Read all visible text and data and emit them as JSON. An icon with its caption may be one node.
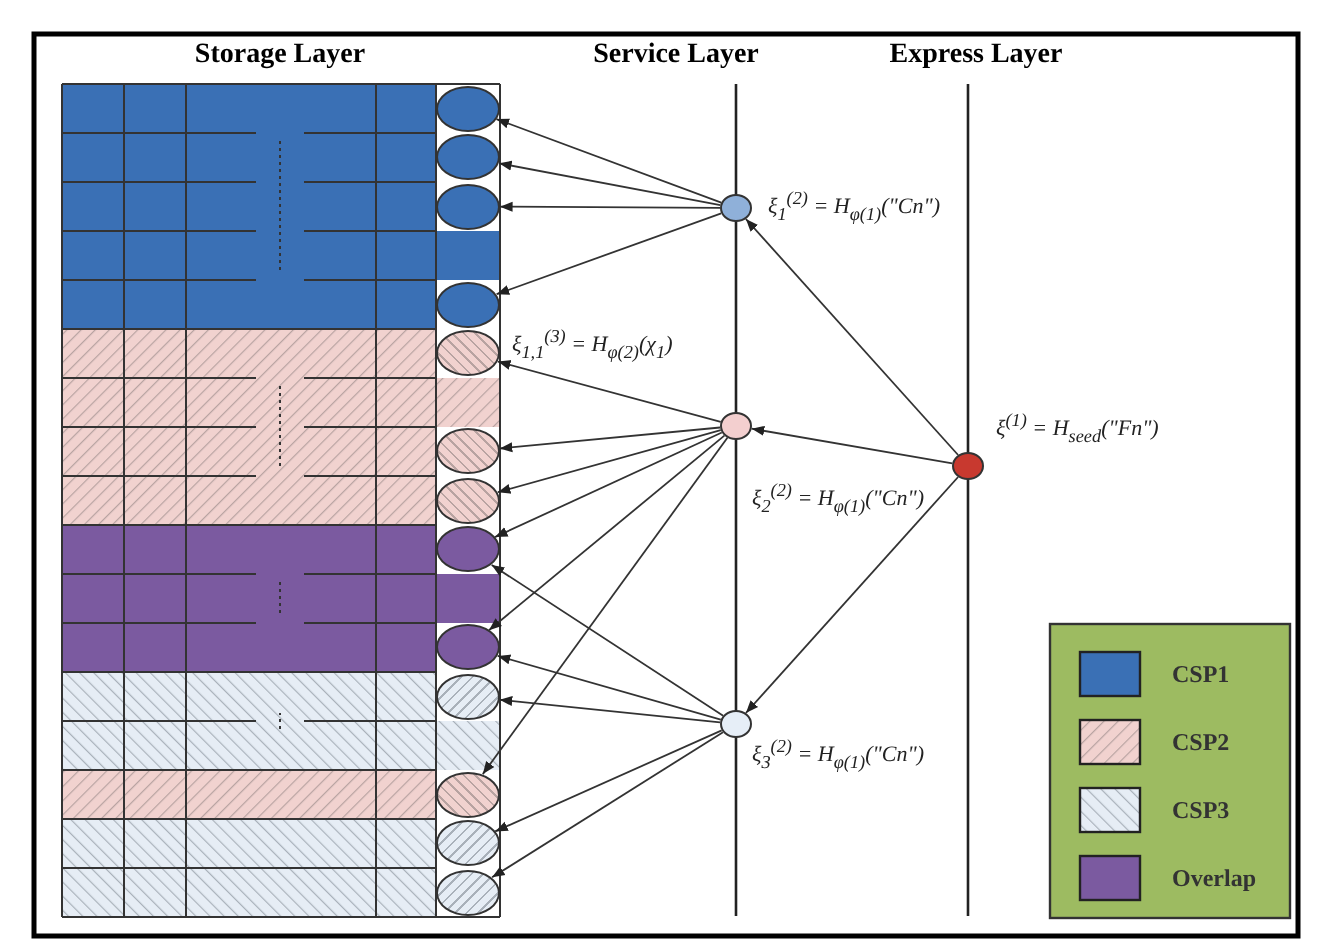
{
  "diagram": {
    "nodes": [
      {
        "text": [],
        "shape": "circle"
      },
      {
        "text": [],
        "shape": "circle"
      },
      {
        "text": [],
        "shape": "circle"
      },
      {
        "text": [],
        "shape": "circle"
      },
      {
        "text": [],
        "shape": "circle"
      },
      {
        "text": [],
        "shape": "circle"
      },
      {
        "text": [],
        "shape": "circle"
      },
      {
        "text": [],
        "shape": "circle"
      },
      {
        "text": [],
        "shape": "circle"
      },
      {
        "text": [],
        "shape": "circle"
      },
      {
        "text": [],
        "shape": "circle"
      },
      {
        "text": [],
        "shape": "circle"
      },
      {
        "text": [],
        "shape": "circle"
      },
      {
        "text": [],
        "shape": "circle",
        "beside": [
          "ξ$_{1}$$^{(2)}$ = H$_{φ(1)}$(\"Cn\")"
        ]
      },
      {
        "text": [],
        "shape": "circle",
        "beside": [
          "ξ$_{2}$$^{(2)}$ = H$_{φ(1)}$(\"Cn\")"
        ]
      },
      {
        "text": [],
        "shape": "circle",
        "beside": [
          "ξ$_{3}$$^{(2)}$ = H$_{φ(1)}$(\"Cn\")"
        ]
      },
      {
        "text": [],
        "shape": "circle",
        "beside": [
          "ξ$^{(1)}$ = H$_{seed}$(\"Fn\")"
        ]
      }
    ],
    "edges": [
      {
        "from": 13,
        "to": 0,
        "arrow": "to"
      },
      {
        "from": 13,
        "to": 1,
        "arrow": "to"
      },
      {
        "from": 13,
        "to": 2,
        "arrow": "to"
      },
      {
        "from": 13,
        "to": 3,
        "arrow": "to"
      },
      {
        "from": 14,
        "to": 4,
        "arrow": "to"
      },
      {
        "from": 14,
        "to": 5,
        "arrow": "to"
      },
      {
        "from": 14,
        "to": 6,
        "arrow": "to"
      },
      {
        "from": 14,
        "to": 7,
        "arrow": "to"
      },
      {
        "from": 14,
        "to": 8,
        "arrow": "to"
      },
      {
        "from": 14,
        "to": 10,
        "arrow": "to"
      },
      {
        "from": 15,
        "to": 7,
        "arrow": "to"
      },
      {
        "from": 15,
        "to": 8,
        "arrow": "to"
      },
      {
        "from": 15,
        "to": 9,
        "arrow": "to"
      },
      {
        "from": 15,
        "to": 11,
        "arrow": "to"
      },
      {
        "from": 15,
        "to": 12,
        "arrow": "to"
      },
      {
        "from": 16,
        "to": 13,
        "arrow": "to"
      },
      {
        "from": 16,
        "to": 14,
        "arrow": "to"
      },
      {
        "from": 16,
        "to": 15,
        "arrow": "to"
      }
    ],
    "labels": [
      "Storage Layer",
      "Service Layer",
      "Express Layer",
      "ξ$_{1,1}$$^{(3)}$ = H$_{φ(2)}$(χ$_{1}$)"
    ],
    "legend": [
      {
        "text": "CSP1",
        "color": "#3a70b5"
      },
      {
        "text": "CSP2",
        "color": "#f1d2cf"
      },
      {
        "text": "CSP3",
        "color": "#e6edf5"
      },
      {
        "text": "Overlap",
        "color": "#7b5aa0"
      }
    ]
  }
}
